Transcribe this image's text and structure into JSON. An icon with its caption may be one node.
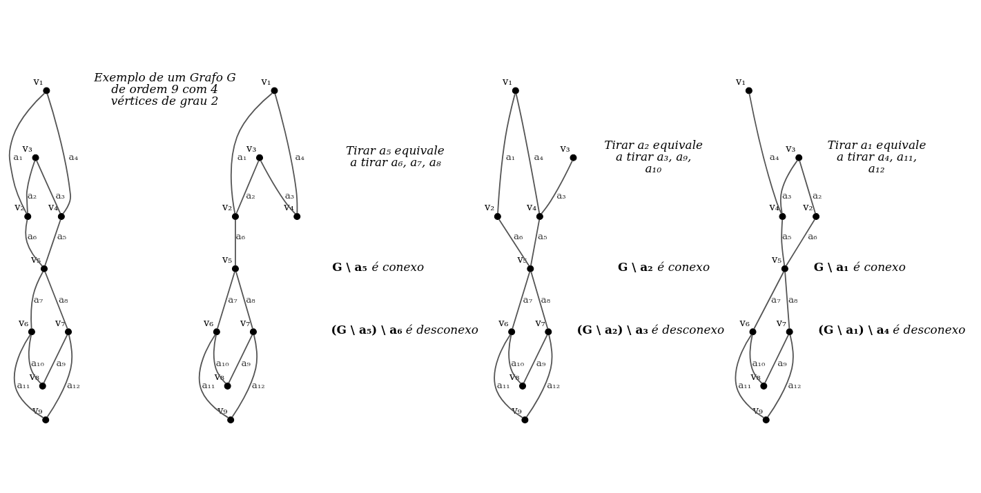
{
  "diagram": {
    "nodes": [
      {
        "text": [],
        "shape": "circle",
        "beside": [
          "v₁"
        ]
      },
      {
        "text": [],
        "shape": "circle",
        "beside": [
          "v₂"
        ]
      },
      {
        "text": [],
        "shape": "circle",
        "beside": [
          "v₃"
        ]
      },
      {
        "text": [],
        "shape": "circle",
        "beside": [
          "v₄"
        ]
      },
      {
        "text": [],
        "shape": "circle",
        "beside": [
          "v₅"
        ]
      },
      {
        "text": [],
        "shape": "circle",
        "beside": [
          "v₆"
        ]
      },
      {
        "text": [],
        "shape": "circle",
        "beside": [
          "v₇"
        ]
      },
      {
        "text": [],
        "shape": "circle",
        "beside": [
          "v₈"
        ]
      },
      {
        "text": [],
        "shape": "circle",
        "beside": [
          "v₉"
        ]
      },
      {
        "text": [],
        "shape": "circle",
        "beside": [
          "v₁"
        ]
      },
      {
        "text": [],
        "shape": "circle",
        "beside": [
          "v₂"
        ]
      },
      {
        "text": [],
        "shape": "circle",
        "beside": [
          "v₃"
        ]
      },
      {
        "text": [],
        "shape": "circle",
        "beside": [
          "v₄"
        ]
      },
      {
        "text": [],
        "shape": "circle",
        "beside": [
          "v₅"
        ]
      },
      {
        "text": [],
        "shape": "circle",
        "beside": [
          "v₆"
        ]
      },
      {
        "text": [],
        "shape": "circle",
        "beside": [
          "v₇"
        ]
      },
      {
        "text": [],
        "shape": "circle",
        "beside": [
          "v₈"
        ]
      },
      {
        "text": [],
        "shape": "circle",
        "beside": [
          "v₉"
        ]
      },
      {
        "text": [],
        "shape": "circle",
        "beside": [
          "v₁"
        ]
      },
      {
        "text": [],
        "shape": "circle",
        "beside": [
          "v₂"
        ]
      },
      {
        "text": [],
        "shape": "circle",
        "beside": [
          "v₃"
        ]
      },
      {
        "text": [],
        "shape": "circle",
        "beside": [
          "v₄"
        ]
      },
      {
        "text": [],
        "shape": "circle",
        "beside": [
          "v₅"
        ]
      },
      {
        "text": [],
        "shape": "circle",
        "beside": [
          "v₆"
        ]
      },
      {
        "text": [],
        "shape": "circle",
        "beside": [
          "v₇"
        ]
      },
      {
        "text": [],
        "shape": "circle",
        "beside": [
          "v₈"
        ]
      },
      {
        "text": [],
        "shape": "circle",
        "beside": [
          "v₉"
        ]
      },
      {
        "text": [],
        "shape": "circle",
        "beside": [
          "v₁"
        ]
      },
      {
        "text": [],
        "shape": "circle",
        "beside": [
          "v₂"
        ]
      },
      {
        "text": [],
        "shape": "circle",
        "beside": [
          "v₃"
        ]
      },
      {
        "text": [],
        "shape": "circle",
        "beside": [
          "v₄"
        ]
      },
      {
        "text": [],
        "shape": "circle",
        "beside": [
          "v₅"
        ]
      },
      {
        "text": [],
        "shape": "circle",
        "beside": [
          "v₆"
        ]
      },
      {
        "text": [],
        "shape": "circle",
        "beside": [
          "v₇"
        ]
      },
      {
        "text": [],
        "shape": "circle",
        "beside": [
          "v₈"
        ]
      },
      {
        "text": [],
        "shape": "circle",
        "beside": [
          "v₉"
        ]
      }
    ],
    "edges": [
      {
        "from": 0,
        "to": 1,
        "arrow": "none",
        "label": "a₁"
      },
      {
        "from": 1,
        "to": 2,
        "arrow": "none",
        "label": "a₂"
      },
      {
        "from": 2,
        "to": 3,
        "arrow": "none",
        "label": "a₃"
      },
      {
        "from": 0,
        "to": 3,
        "arrow": "none",
        "label": "a₄"
      },
      {
        "from": 3,
        "to": 4,
        "arrow": "none",
        "label": "a₅"
      },
      {
        "from": 1,
        "to": 4,
        "arrow": "none",
        "label": "a₆"
      },
      {
        "from": 4,
        "to": 5,
        "arrow": "none",
        "label": "a₇"
      },
      {
        "from": 4,
        "to": 6,
        "arrow": "none",
        "label": "a₈"
      },
      {
        "from": 7,
        "to": 6,
        "arrow": "none",
        "label": "a₉"
      },
      {
        "from": 5,
        "to": 7,
        "arrow": "none",
        "label": "a₁₀"
      },
      {
        "from": 5,
        "to": 8,
        "arrow": "none",
        "label": "a₁₁"
      },
      {
        "from": 6,
        "to": 8,
        "arrow": "none",
        "label": "a₁₂"
      },
      {
        "from": 9,
        "to": 10,
        "arrow": "none",
        "label": "a₁"
      },
      {
        "from": 10,
        "to": 11,
        "arrow": "none",
        "label": "a₂"
      },
      {
        "from": 11,
        "to": 12,
        "arrow": "none",
        "label": "a₃"
      },
      {
        "from": 9,
        "to": 12,
        "arrow": "none",
        "label": "a₄"
      },
      {
        "from": 10,
        "to": 13,
        "arrow": "none",
        "label": "a₆"
      },
      {
        "from": 13,
        "to": 14,
        "arrow": "none",
        "label": "a₇"
      },
      {
        "from": 13,
        "to": 15,
        "arrow": "none",
        "label": "a₈"
      },
      {
        "from": 16,
        "to": 15,
        "arrow": "none",
        "label": "a₉"
      },
      {
        "from": 14,
        "to": 16,
        "arrow": "none",
        "label": "a₁₀"
      },
      {
        "from": 14,
        "to": 17,
        "arrow": "none",
        "label": "a₁₁"
      },
      {
        "from": 15,
        "to": 17,
        "arrow": "none",
        "label": "a₁₂"
      },
      {
        "from": 18,
        "to": 19,
        "arrow": "none",
        "label": "a₁"
      },
      {
        "from": 20,
        "to": 21,
        "arrow": "none",
        "label": "a₃"
      },
      {
        "from": 18,
        "to": 21,
        "arrow": "none",
        "label": "a₄"
      },
      {
        "from": 21,
        "to": 22,
        "arrow": "none",
        "label": "a₅"
      },
      {
        "from": 19,
        "to": 22,
        "arrow": "none",
        "label": "a₆"
      },
      {
        "from": 22,
        "to": 23,
        "arrow": "none",
        "label": "a₇"
      },
      {
        "from": 22,
        "to": 24,
        "arrow": "none",
        "label": "a₈"
      },
      {
        "from": 25,
        "to": 24,
        "arrow": "none",
        "label": "a₉"
      },
      {
        "from": 23,
        "to": 25,
        "arrow": "none",
        "label": "a₁₀"
      },
      {
        "from": 23,
        "to": 26,
        "arrow": "none",
        "label": "a₁₁"
      },
      {
        "from": 24,
        "to": 26,
        "arrow": "none",
        "label": "a₁₂"
      },
      {
        "from": 28,
        "to": 29,
        "arrow": "none",
        "label": "a₂"
      },
      {
        "from": 29,
        "to": 30,
        "arrow": "none",
        "label": "a₃"
      },
      {
        "from": 27,
        "to": 30,
        "arrow": "none",
        "label": "a₄"
      },
      {
        "from": 30,
        "to": 31,
        "arrow": "none",
        "label": "a₅"
      },
      {
        "from": 28,
        "to": 31,
        "arrow": "none",
        "label": "a₆"
      },
      {
        "from": 31,
        "to": 32,
        "arrow": "none",
        "label": "a₇"
      },
      {
        "from": 31,
        "to": 33,
        "arrow": "none",
        "label": "a₈"
      },
      {
        "from": 34,
        "to": 33,
        "arrow": "none",
        "label": "a₉"
      },
      {
        "from": 32,
        "to": 34,
        "arrow": "none",
        "label": "a₁₀"
      },
      {
        "from": 32,
        "to": 35,
        "arrow": "none",
        "label": "a₁₁"
      },
      {
        "from": 33,
        "to": 35,
        "arrow": "none",
        "label": "a₁₂"
      }
    ],
    "labels": [
      "Exemplo de um Grafo G de ordem 9 com 4 vértices de grau 2",
      "Tirar a₅ equivale a tirar a₆, a₇, a₈",
      "**G \\ a₅** é conexo",
      "**(G \\ a₅) \\ a₆** é desconexo",
      "Tirar a₂ equivale a tirar a₃, a₉, a₁₀",
      "**G \\ a₂** é conexo",
      "**(G \\ a₂) \\ a₃** é desconexo",
      "Tirar a₁ equivale a tirar a₄, a₁₁, a₁₂",
      "**G \\ a₁** é conexo",
      "**(G \\ a₁) \\ a₄** é desconexo"
    ]
  }
}
